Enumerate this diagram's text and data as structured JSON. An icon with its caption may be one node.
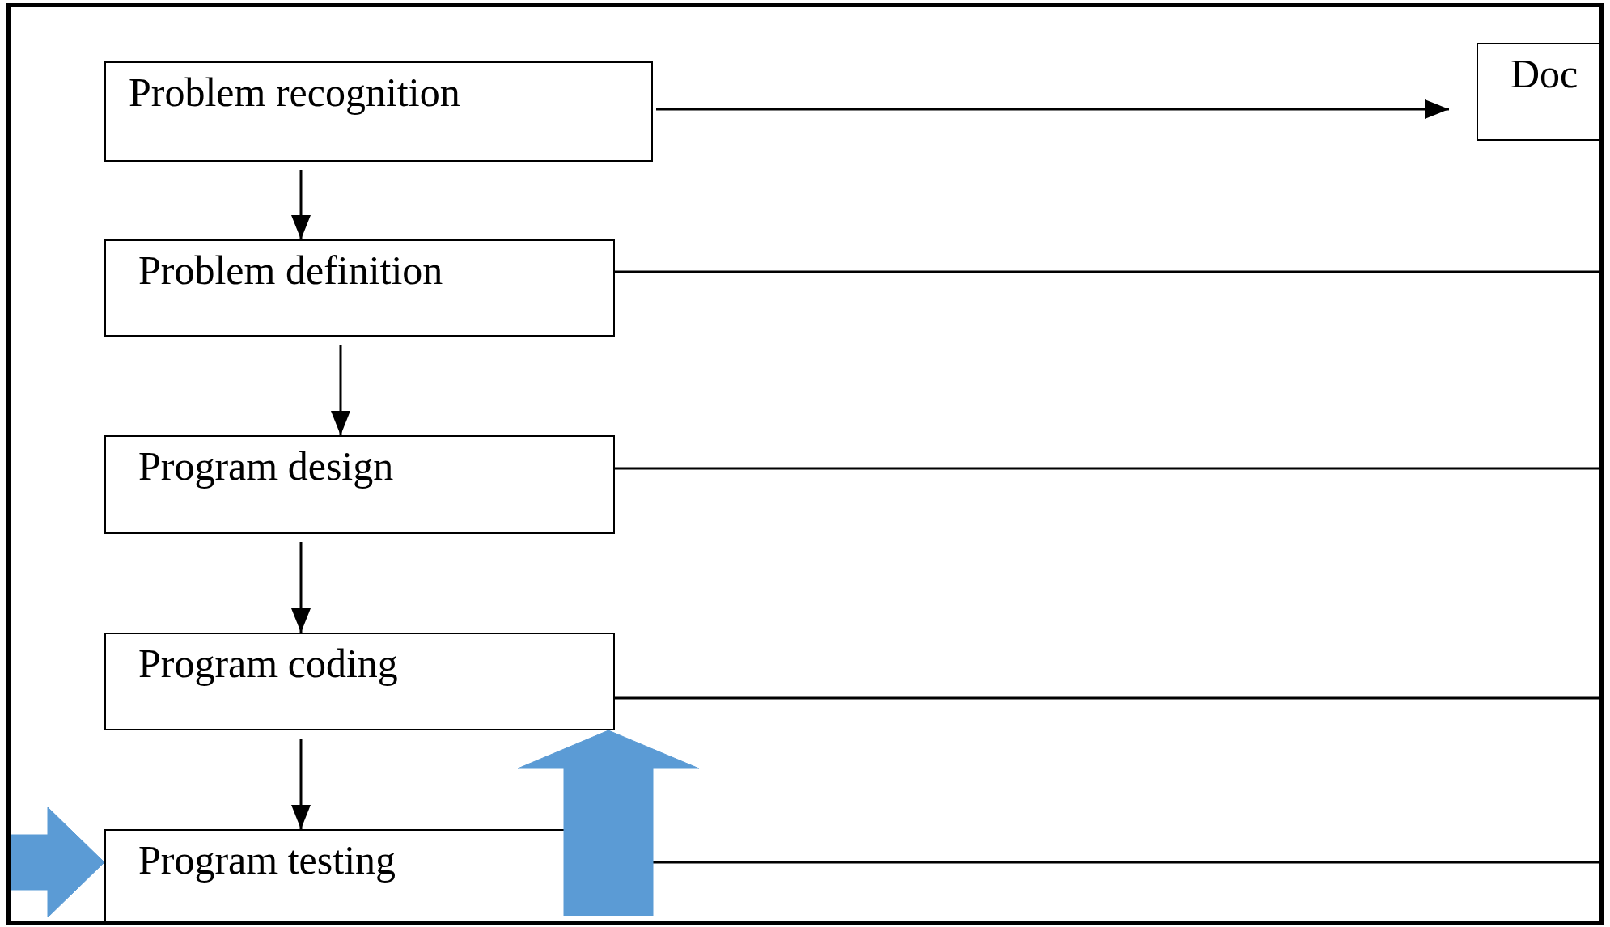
{
  "diagram": {
    "nodes": [
      {
        "text": [
          "Problem recognition"
        ]
      },
      {
        "text": [
          "Problem definition"
        ]
      },
      {
        "text": [
          "Program design"
        ]
      },
      {
        "text": [
          "Program coding"
        ]
      },
      {
        "text": [
          "Program testing"
        ]
      },
      {
        "text": [
          "Doc"
        ]
      }
    ],
    "edges": [
      {
        "from": 0,
        "to": 1,
        "arrow": "to"
      },
      {
        "from": 1,
        "to": 2,
        "arrow": "to"
      },
      {
        "from": 2,
        "to": 3,
        "arrow": "to"
      },
      {
        "from": 3,
        "to": 4,
        "arrow": "to"
      },
      {
        "from": 0,
        "to": 5,
        "arrow": "to"
      },
      {
        "from": 1,
        "to": null,
        "arrow": "none"
      },
      {
        "from": 2,
        "to": null,
        "arrow": "none"
      },
      {
        "from": 3,
        "to": null,
        "arrow": "none"
      },
      {
        "from": 4,
        "to": null,
        "arrow": "none"
      },
      {
        "from": null,
        "to": 4,
        "arrow": "to",
        "style": "thick",
        "color": "#5b9bd5"
      },
      {
        "from": null,
        "to": 3,
        "arrow": "to",
        "style": "thick",
        "color": "#5b9bd5"
      }
    ]
  }
}
